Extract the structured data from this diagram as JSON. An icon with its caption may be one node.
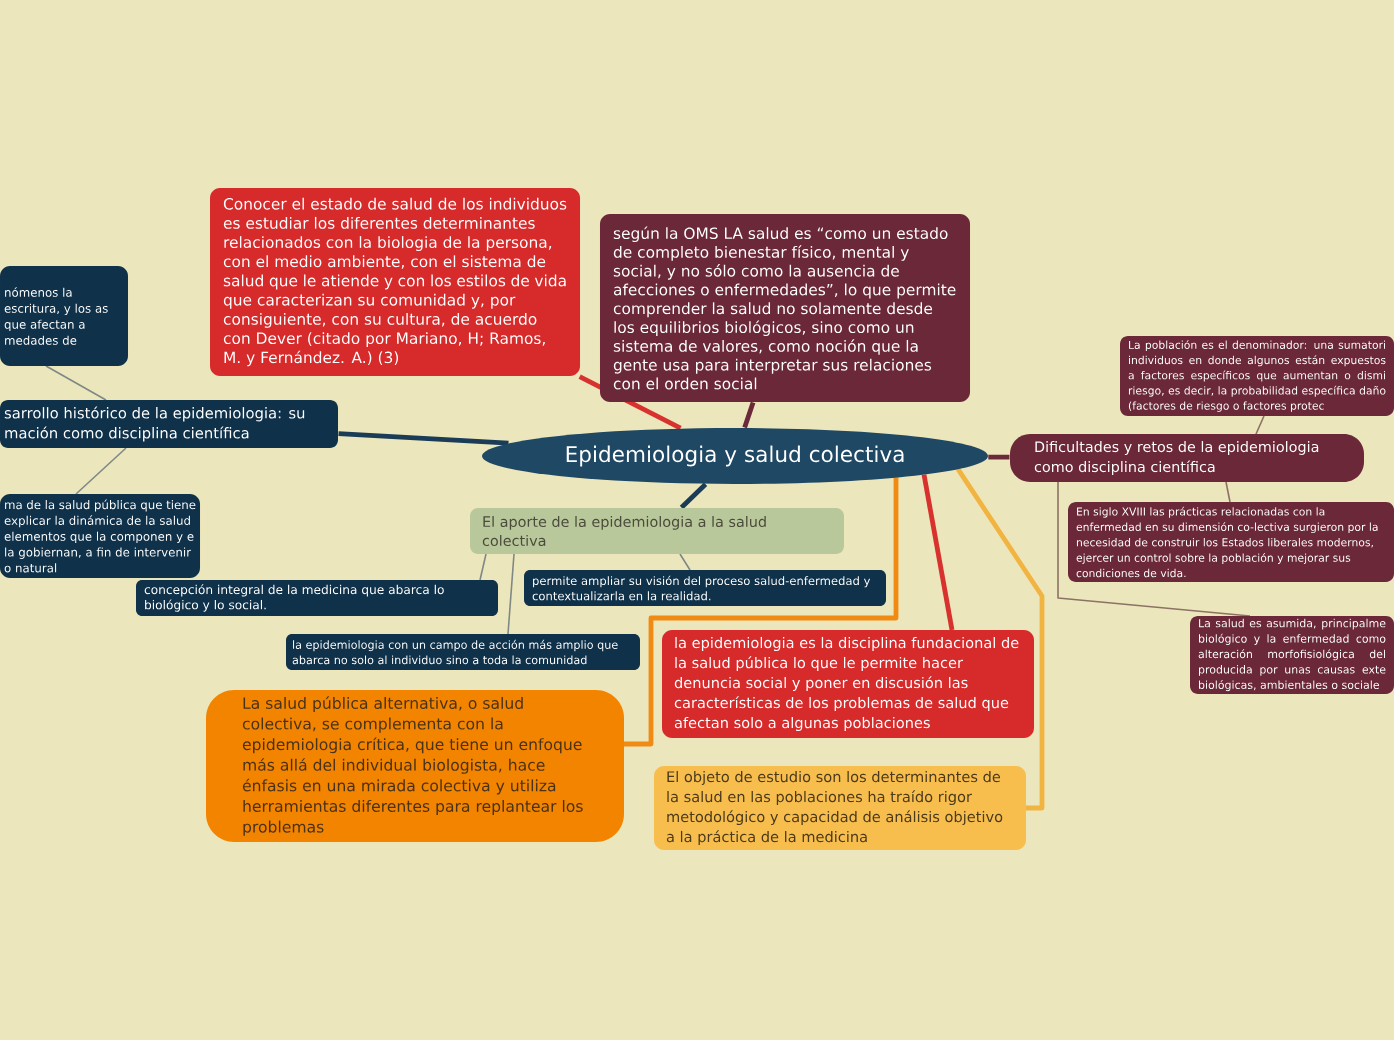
{
  "diagram": {
    "nodes": [
      {
        "text": [
          "Conocer el estado de salud de los individuos es estudiar los diferentes determinantes relacionados con la biologia de la persona, con el medio ambiente, con el sistema de salud que le atiende y con los estilos de vida que caracterizan su comunidad y, por consiguiente, con su cultura, de acuerdo con Dever (citado por Mariano, H; Ramos, M. y Fernández. A.) (3)"
        ]
      },
      {
        "text": [
          "según la OMS LA salud es “como un estado de completo bienestar físico, mental y social, y no sólo como la ausencia de afecciones o enfermedades”, lo que permite comprender la salud no solamente desde los equilibrios biológicos, sino como un sistema de valores, como noción que la gente usa para interpretar sus relaciones con el orden social"
        ]
      },
      {
        "text": [
          "nómenos la escritura, y los as que afectan a medades de"
        ]
      },
      {
        "text": [
          "sarrollo histórico de la epidemiologia: su mación como disciplina científica"
        ]
      },
      {
        "text": [
          "Epidemiologia y salud colectiva"
        ]
      },
      {
        "text": [
          "La población es el denominador: una sumatori individuos en donde algunos están expuestos a factores específicos que aumentan o dismi riesgo, es decir, la probabilidad específica daño (factores de riesgo o factores protec"
        ]
      },
      {
        "text": [
          "Dificultades y retos de la epidemiologia como disciplina científica"
        ]
      },
      {
        "text": [
          "En siglo XVIII las prácticas relacionadas con la enfermedad en su dimensión co-lectiva surgieron por la necesidad de construir los Estados liberales modernos, ejercer un control sobre la población y mejorar sus condiciones de vida."
        ]
      },
      {
        "text": [
          "ma de la salud pública que tiene explicar la dinámica de la salud elementos que la componen y e la gobiernan, a fin de intervenir o natural"
        ]
      },
      {
        "text": [
          "El aporte de la epidemiologia a la salud colectiva"
        ]
      },
      {
        "text": [
          "permite ampliar su visión del proceso salud-enfermedad y contextualizarla en la realidad."
        ]
      },
      {
        "text": [
          "concepción integral de la medicina que abarca lo biológico y lo social."
        ]
      },
      {
        "text": [
          "la epidemiologia con un campo de acción más amplio que abarca no solo al individuo sino a toda la comunidad"
        ]
      },
      {
        "text": [
          "La salud es asumida, principalme biológico y la enfermedad como alteración morfofisiológica del producida por unas causas exte biológicas, ambientales o sociale"
        ]
      },
      {
        "text": [
          "la epidemiologia es la disciplina fundacional de la salud pública lo que le permite hacer denuncia social y poner en discusión las características de los problemas de salud que afectan solo a algunas poblaciones"
        ]
      },
      {
        "text": [
          "La salud pública alternativa, o salud colectiva, se complementa con la epidemiologia crítica, que tiene un enfoque más allá del individual biologista, hace énfasis en una mirada colectiva y utiliza herramientas diferentes para replantear los problemas"
        ]
      },
      {
        "text": [
          "El objeto de estudio son los determinantes de la salud en las poblaciones ha traído rigor metodológico y capacidad de análisis objetivo a la práctica de la medicina"
        ]
      }
    ],
    "edges": [
      {
        "from": 4,
        "to": 3,
        "arrow": "none",
        "style": "thick",
        "color": "#1a3c57"
      },
      {
        "from": 3,
        "to": 2,
        "arrow": "none"
      },
      {
        "from": 3,
        "to": 8,
        "arrow": "none"
      },
      {
        "from": 4,
        "to": 0,
        "arrow": "none",
        "style": "thick",
        "color": "#d8322e"
      },
      {
        "from": 4,
        "to": 1,
        "arrow": "none",
        "style": "thick",
        "color": "#6a2a3a"
      },
      {
        "from": 4,
        "to": 6,
        "arrow": "none",
        "style": "thick",
        "color": "#6a2a3a"
      },
      {
        "from": 6,
        "to": 5,
        "arrow": "none",
        "color": "#8c7264"
      },
      {
        "from": 6,
        "to": 7,
        "arrow": "none",
        "color": "#8c7264"
      },
      {
        "from": 6,
        "to": 13,
        "arrow": "none",
        "color": "#8c7264"
      },
      {
        "from": 4,
        "to": 9,
        "arrow": "none",
        "style": "thick",
        "color": "#1a3c57"
      },
      {
        "from": 9,
        "to": 11,
        "arrow": "none"
      },
      {
        "from": 9,
        "to": 12,
        "arrow": "none"
      },
      {
        "from": 9,
        "to": 10,
        "arrow": "none"
      },
      {
        "from": 4,
        "to": 15,
        "arrow": "none",
        "style": "thick",
        "color": "#f08a12"
      },
      {
        "from": 4,
        "to": 14,
        "arrow": "none",
        "style": "thick",
        "color": "#d8322e"
      },
      {
        "from": 4,
        "to": 16,
        "arrow": "none",
        "style": "thick",
        "color": "#f2b441"
      }
    ]
  }
}
